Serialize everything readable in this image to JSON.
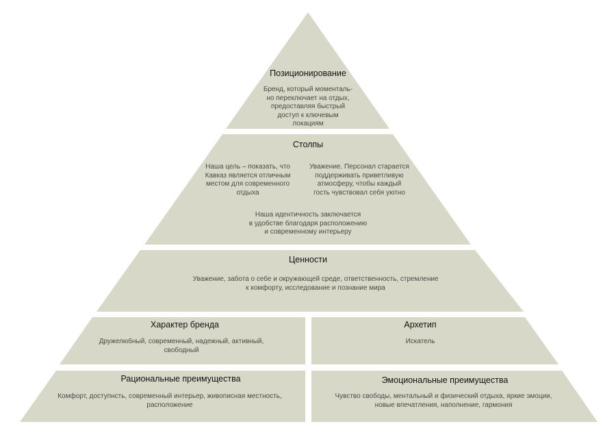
{
  "colors": {
    "fill": "#d7d8c8",
    "title_text": "#111111",
    "desc_text": "#4a4a44"
  },
  "positioning": {
    "title": "Позиционирование",
    "text": "Бренд, который моменталь-\nно переключает на отдых,\nпредоставляя быстрый\nдоступ к ключевым\nлокациям"
  },
  "pillars": {
    "title": "Столпы",
    "left_text": "Наша цель – показать, что\nКавказ является отличным\nместом для современного\nотдыха",
    "right_text": "Уважение. Персонал старается\nподдерживать приветливую\nатмосферу,  чтобы каждый\nгость чувствовал себя уютно",
    "bottom_text": "Наша идентичность заключается\nв удобстве благодаря расположению\nи современному интерьеру"
  },
  "values": {
    "title": "Ценности",
    "text": "Уважение, забота о себе и окружающей среде, ответственность, стремление\nк комфорту, исследование и познание мира"
  },
  "brand_character": {
    "title": "Характер бренда",
    "text": "Дружелюбный, современный, надежный, активный,\nсвободный"
  },
  "archetype": {
    "title": "Архетип",
    "text": "Искатель"
  },
  "rational_benefits": {
    "title": "Рациональные преимущества",
    "text": "Комфорт, доступнсть, современный интерьер,  живописная местность,\nрасположение"
  },
  "emotional_benefits": {
    "title": "Эмоциональные преимущества",
    "text": "Чувство свободы, ментальный и физический отдыха, яркие эмоции,\nновые впечатления, наполнение, гармония"
  }
}
